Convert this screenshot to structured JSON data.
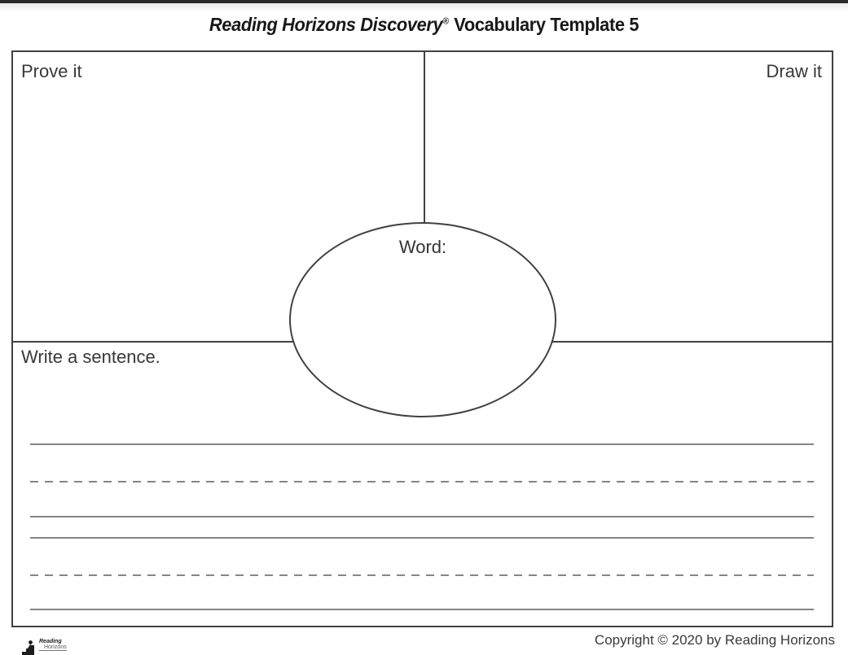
{
  "title": {
    "brand": "Reading Horizons Discovery",
    "registered": "®",
    "rest": "Vocabulary Template 5"
  },
  "quadrants": {
    "prove_label": "Prove it",
    "draw_label": "Draw it",
    "word_label": "Word:",
    "sentence_label": "Write a sentence."
  },
  "footer": {
    "copyright": "Copyright © 2020 by Reading Horizons",
    "logo_line1": "Reading",
    "logo_line2": "Horizons"
  },
  "colors": {
    "box_border": "#414141",
    "writing_line": "#858585",
    "label_text": "#383838",
    "title_text": "#181818",
    "page_top_edge": "#2c2c2c"
  }
}
